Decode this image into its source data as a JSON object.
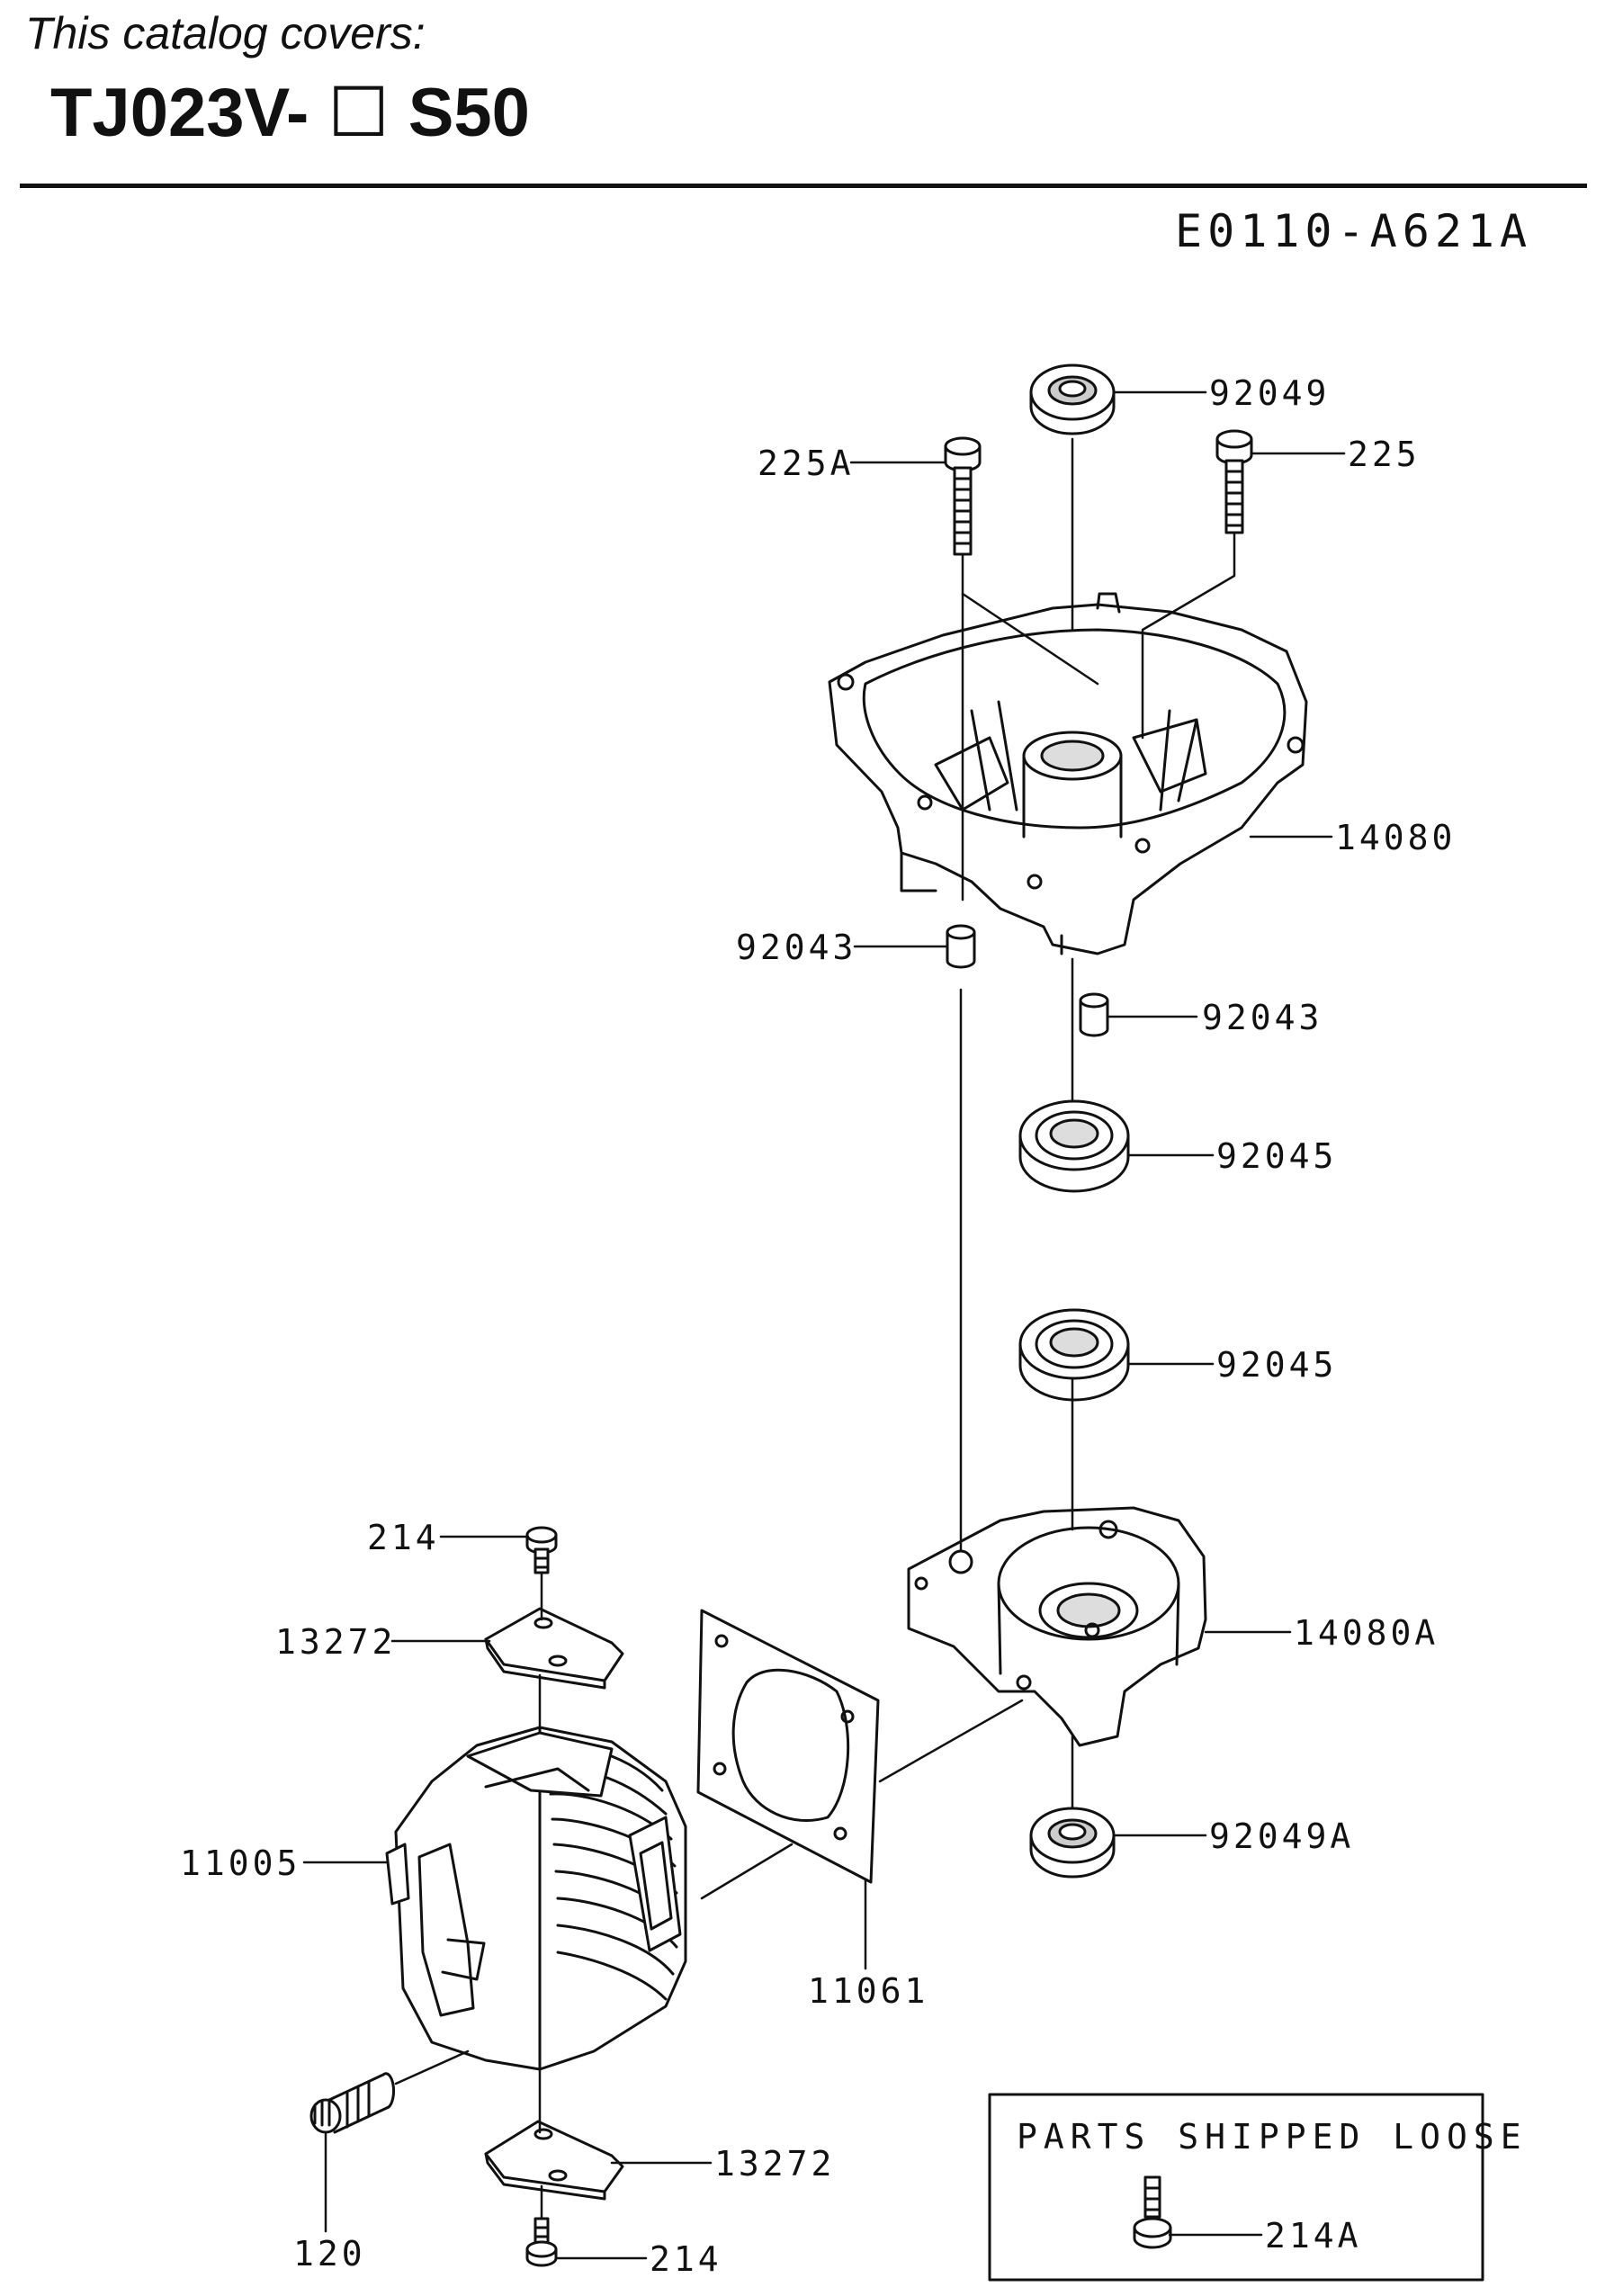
{
  "header": {
    "subtitle": "This catalog covers:",
    "model_prefix": "TJ023V-",
    "model_box": "☐",
    "model_suffix": "S50"
  },
  "diagram": {
    "code": "E0110-A621A",
    "loose_box_title": "PARTS SHIPPED LOOSE",
    "labels": {
      "p92049": "92049",
      "p225A": "225A",
      "p225": "225",
      "p14080": "14080",
      "p92043_left": "92043",
      "p92043_right": "92043",
      "p92045_top": "92045",
      "p92045_bottom": "92045",
      "p14080A": "14080A",
      "p92049A": "92049A",
      "p214_top": "214",
      "p13272_top": "13272",
      "p11005": "11005",
      "p11061": "11061",
      "p120": "120",
      "p13272_bottom": "13272",
      "p214_bottom": "214",
      "p214A": "214A"
    }
  }
}
